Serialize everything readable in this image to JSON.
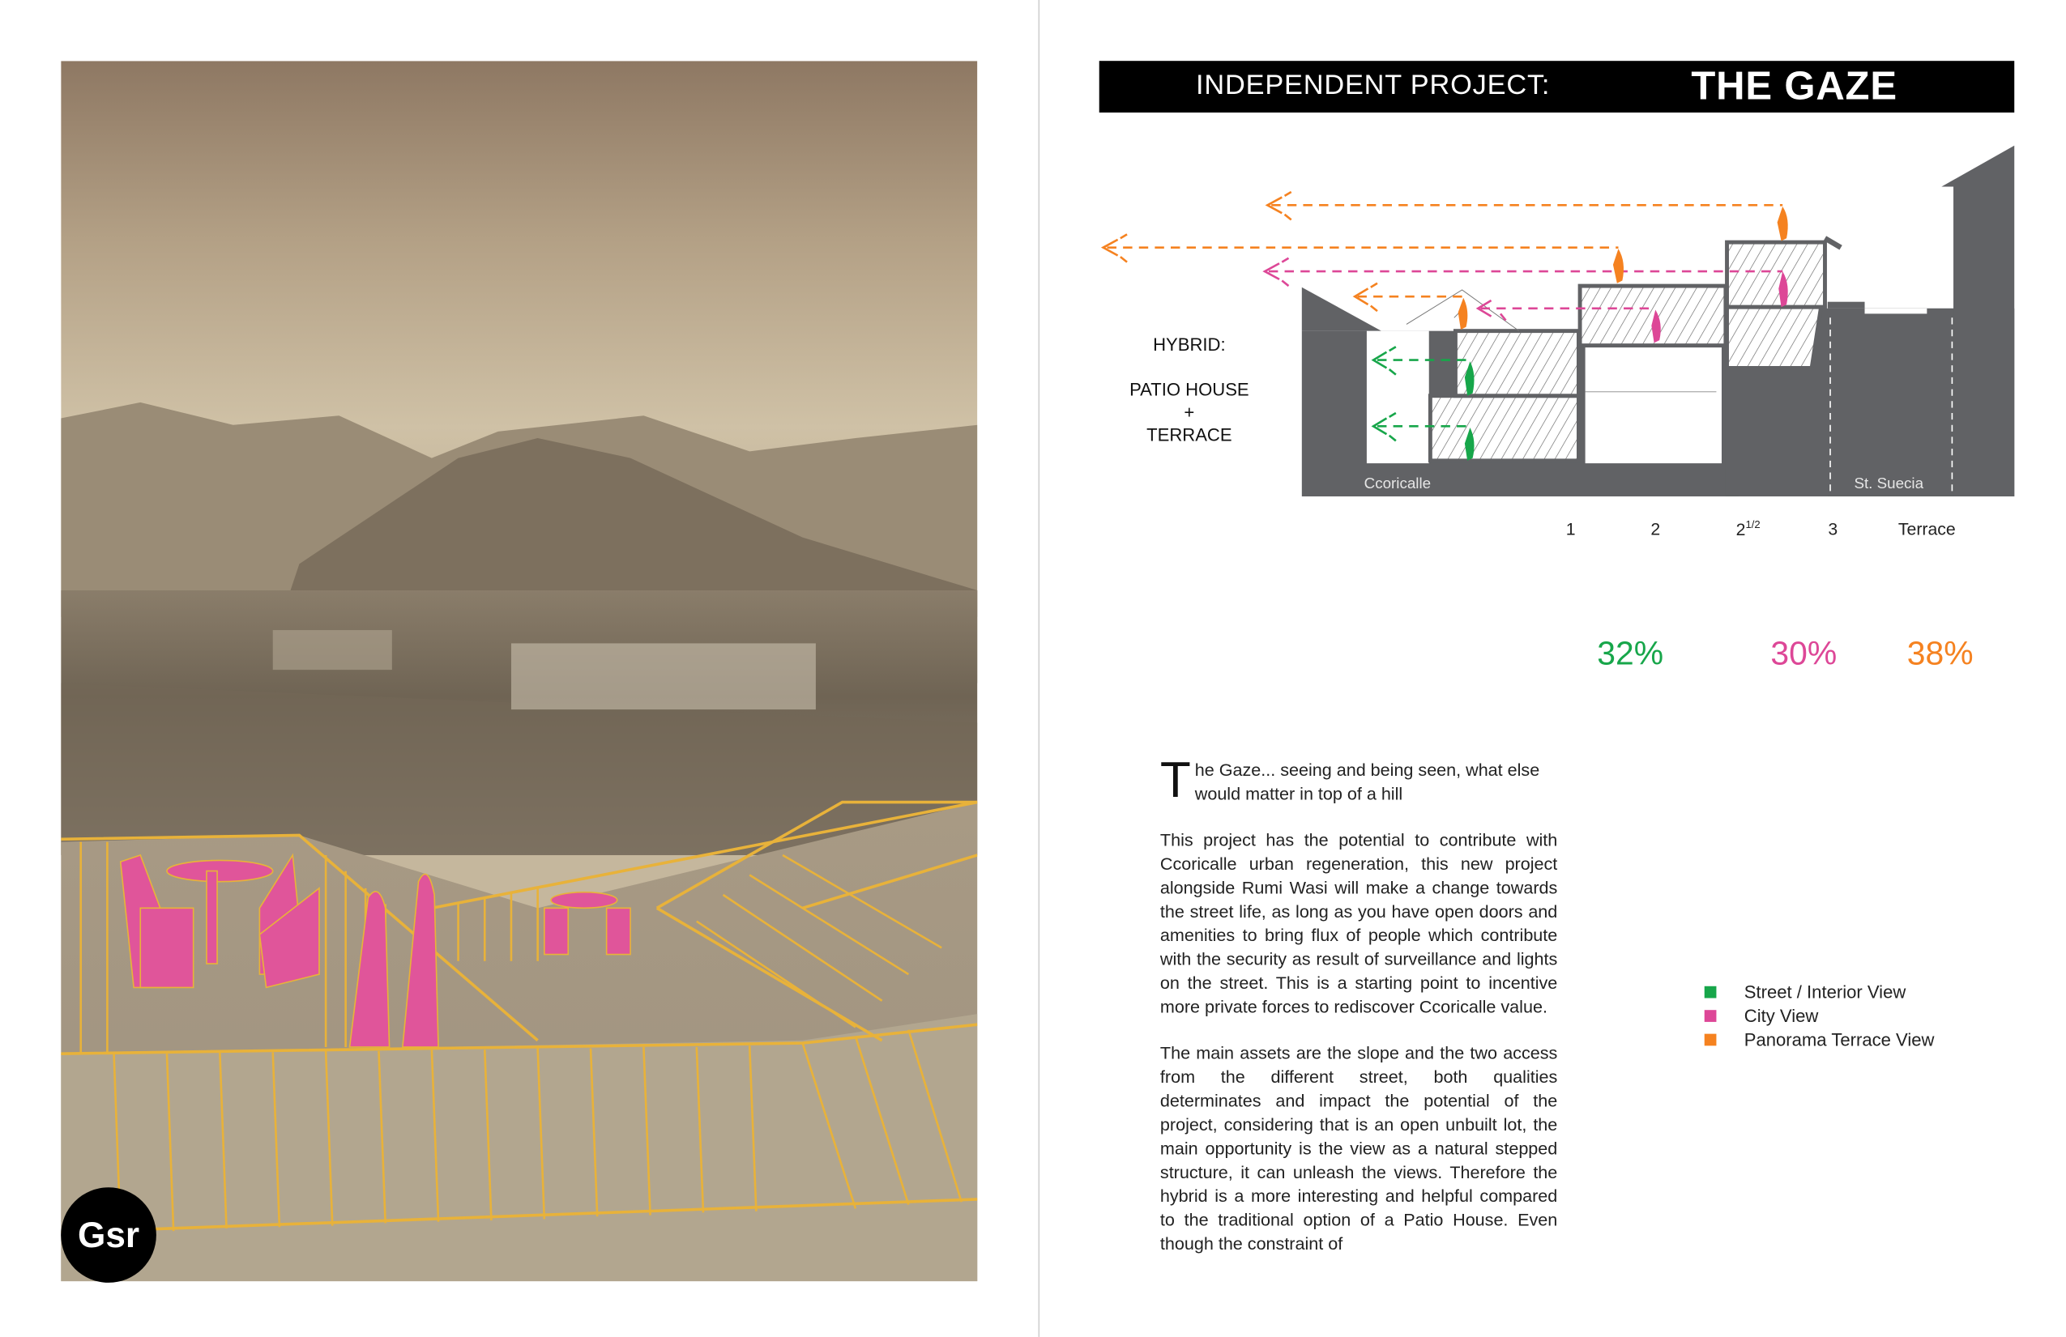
{
  "header": {
    "subtitle": "INDEPENDENT PROJECT:",
    "title": "THE GAZE"
  },
  "diagram": {
    "label_hybrid": "HYBRID:",
    "label_patio": "PATIO HOUSE",
    "label_plus": "+",
    "label_terrace": "TERRACE",
    "street_left": "Ccoricalle",
    "street_right": "St. Suecia"
  },
  "levels": [
    {
      "label": "1"
    },
    {
      "label": "2"
    },
    {
      "label": "2",
      "sup": "1/2"
    },
    {
      "label": "3"
    },
    {
      "label": "Terrace"
    }
  ],
  "percentages": [
    {
      "value": "32%",
      "color": "#17a64a"
    },
    {
      "value": "30%",
      "color": "#dd4797"
    },
    {
      "value": "38%",
      "color": "#f58220"
    }
  ],
  "text": {
    "dropcap": "T",
    "intro": "he Gaze... seeing and being seen, what else would matter in top of a hill",
    "p1": "This project has the potential to contribute with Ccoricalle urban regeneration, this new project alongside Rumi Wasi will make a change towards the street life, as long as you have open doors and amenities to bring flux of people which contribute with the security as result of surveillance and lights on the street.  This is a starting point to incentive more private forces to rediscover Ccoricalle value.",
    "p2": "The main assets are the slope and the two access from the different street, both qualities determinates and impact the potential of the project, considering that is an open unbuilt lot, the main opportunity is the view as a natural stepped structure, it can unleash the views. Therefore the hybrid is a more interesting and helpful compared to the traditional option of a Patio House. Even though the constraint of"
  },
  "legend": [
    {
      "label": "Street / Interior  View",
      "color": "#17a64a"
    },
    {
      "label": "City View",
      "color": "#dd4797"
    },
    {
      "label": "Panorama Terrace View",
      "color": "#f58220"
    }
  ],
  "logo": {
    "text": "Gsr"
  }
}
